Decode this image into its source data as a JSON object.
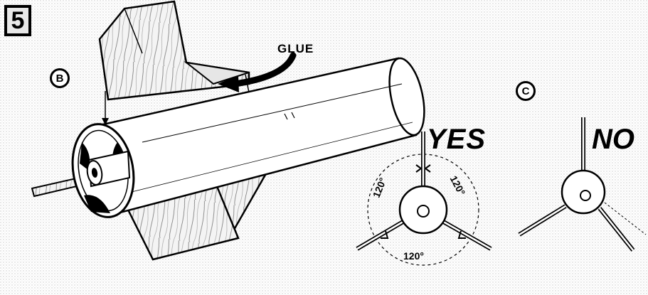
{
  "figure": {
    "step_number": "5",
    "panel_b_label": "B",
    "panel_c_label": "C",
    "glue_label": "GLUE",
    "yes_label": "YES",
    "no_label": "NO",
    "angle_labels": [
      "120°",
      "120°",
      "120°"
    ]
  },
  "colors": {
    "ink": "#000000",
    "paper": "#ffffff",
    "wood": "#f2f2f2",
    "tube": "#ffffff",
    "halftone": "#e8e8e8"
  },
  "icons": [
    "rocket-tube-illustration",
    "fin-icon",
    "launch-lug-icon",
    "glue-arrow-icon",
    "fin-alignment-diagram"
  ]
}
